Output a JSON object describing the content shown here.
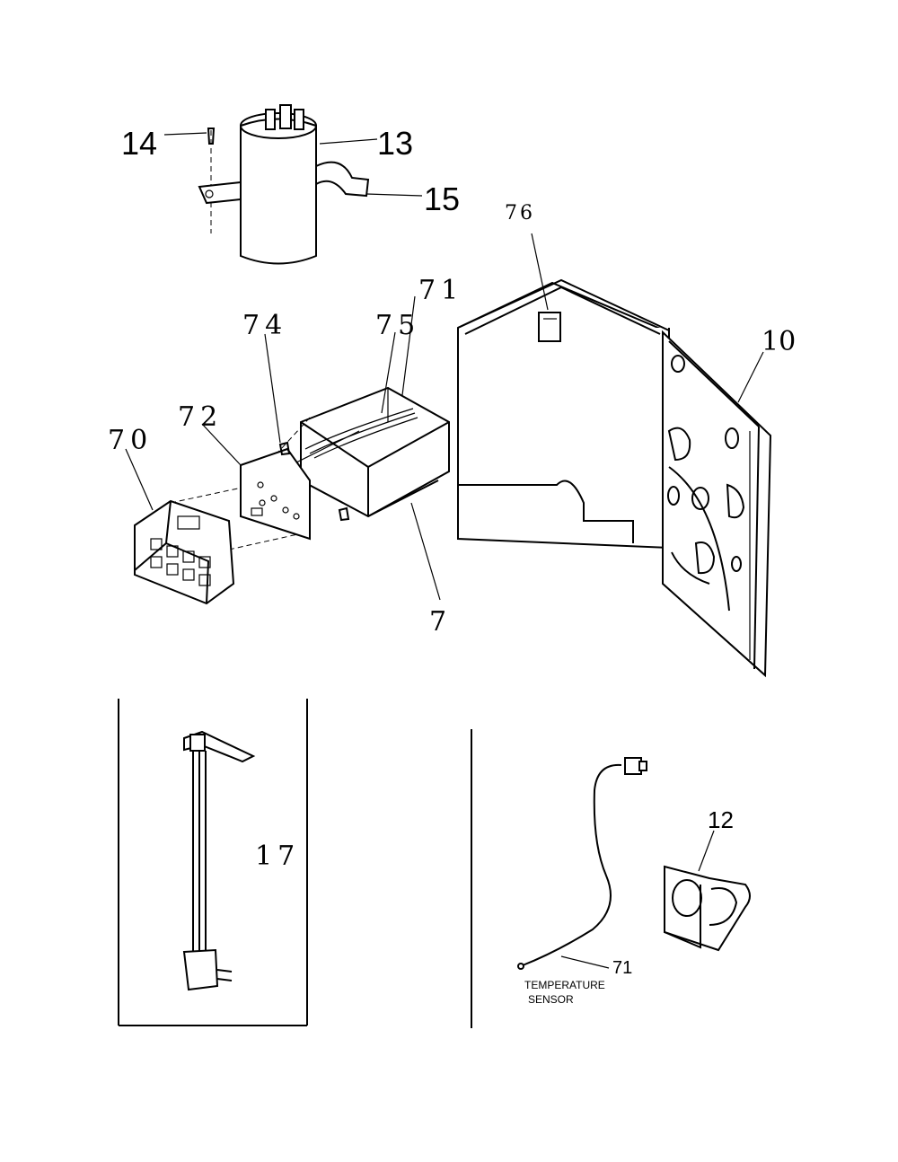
{
  "callouts": {
    "c14": "14",
    "c13": "13",
    "c15": "15",
    "c76": "76",
    "c71_top": "71",
    "c75": "75",
    "c74": "74",
    "c10": "10",
    "c72": "72",
    "c70": "70",
    "c7": "7",
    "c17": "17",
    "c12": "12",
    "c71_bottom": "71"
  },
  "sensor_label": {
    "line1": "TEMPERATURE",
    "line2": "SENSOR"
  },
  "parts": [
    {
      "callout": "13",
      "part": "capacitor"
    },
    {
      "callout": "14",
      "part": "screw"
    },
    {
      "callout": "15",
      "part": "capacitor-bracket"
    },
    {
      "callout": "10",
      "part": "control-panel-housing"
    },
    {
      "callout": "7",
      "part": "control-box"
    },
    {
      "callout": "70",
      "part": "keypad"
    },
    {
      "callout": "72",
      "part": "control-board"
    },
    {
      "callout": "74",
      "part": "board-screw"
    },
    {
      "callout": "75",
      "part": "wire-harness"
    },
    {
      "callout": "76",
      "part": "clip"
    },
    {
      "callout": "17",
      "part": "power-cord"
    },
    {
      "callout": "12",
      "part": "thermostat-knob"
    }
  ]
}
